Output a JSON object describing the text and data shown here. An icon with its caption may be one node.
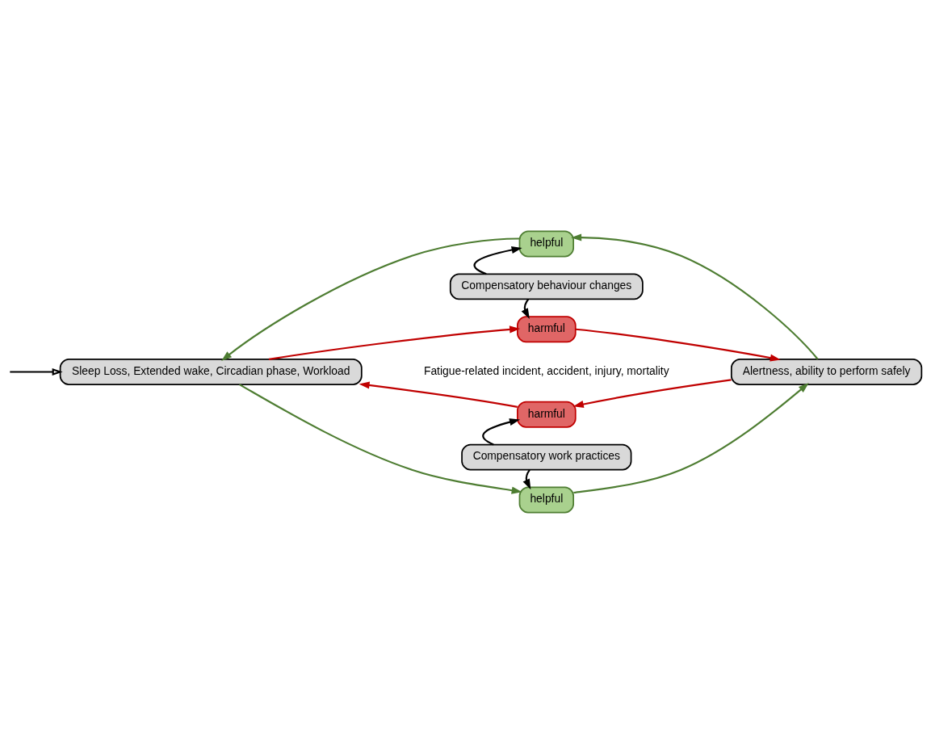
{
  "diagram": {
    "nodes": [
      {
        "text": [
          "Sleep Loss, Extended wake, Circadian phase, Workload"
        ]
      },
      {
        "text": [
          "Alertness, ability to perform safely"
        ]
      },
      {
        "text": [
          "helpful"
        ]
      },
      {
        "text": [
          "Compensatory behaviour changes"
        ]
      },
      {
        "text": [
          "harmful"
        ]
      },
      {
        "text": [
          "harmful"
        ]
      },
      {
        "text": [
          "Compensatory work practices"
        ]
      },
      {
        "text": [
          "helpful"
        ]
      }
    ],
    "edges": [
      {
        "from": null,
        "to": 0,
        "arrow": "to",
        "color": "#000000"
      },
      {
        "from": 1,
        "to": 2,
        "arrow": "to",
        "color": "#4e7d32"
      },
      {
        "from": 2,
        "to": 0,
        "arrow": "to",
        "color": "#4e7d32"
      },
      {
        "from": 0,
        "to": 7,
        "arrow": "to",
        "color": "#4e7d32"
      },
      {
        "from": 7,
        "to": 1,
        "arrow": "to",
        "color": "#4e7d32"
      },
      {
        "from": 0,
        "to": 4,
        "arrow": "to",
        "color": "#c00000"
      },
      {
        "from": 4,
        "to": 1,
        "arrow": "to",
        "color": "#c00000"
      },
      {
        "from": 1,
        "to": 5,
        "arrow": "to",
        "color": "#c00000"
      },
      {
        "from": 5,
        "to": 0,
        "arrow": "to",
        "color": "#c00000"
      },
      {
        "from": 3,
        "to": 2,
        "arrow": "to",
        "color": "#000000"
      },
      {
        "from": 3,
        "to": 4,
        "arrow": "to",
        "color": "#000000"
      },
      {
        "from": 6,
        "to": 5,
        "arrow": "to",
        "color": "#000000"
      },
      {
        "from": 6,
        "to": 7,
        "arrow": "to",
        "color": "#000000"
      }
    ],
    "labels": [
      "Fatigue-related incident, accident, injury, mortality"
    ]
  }
}
